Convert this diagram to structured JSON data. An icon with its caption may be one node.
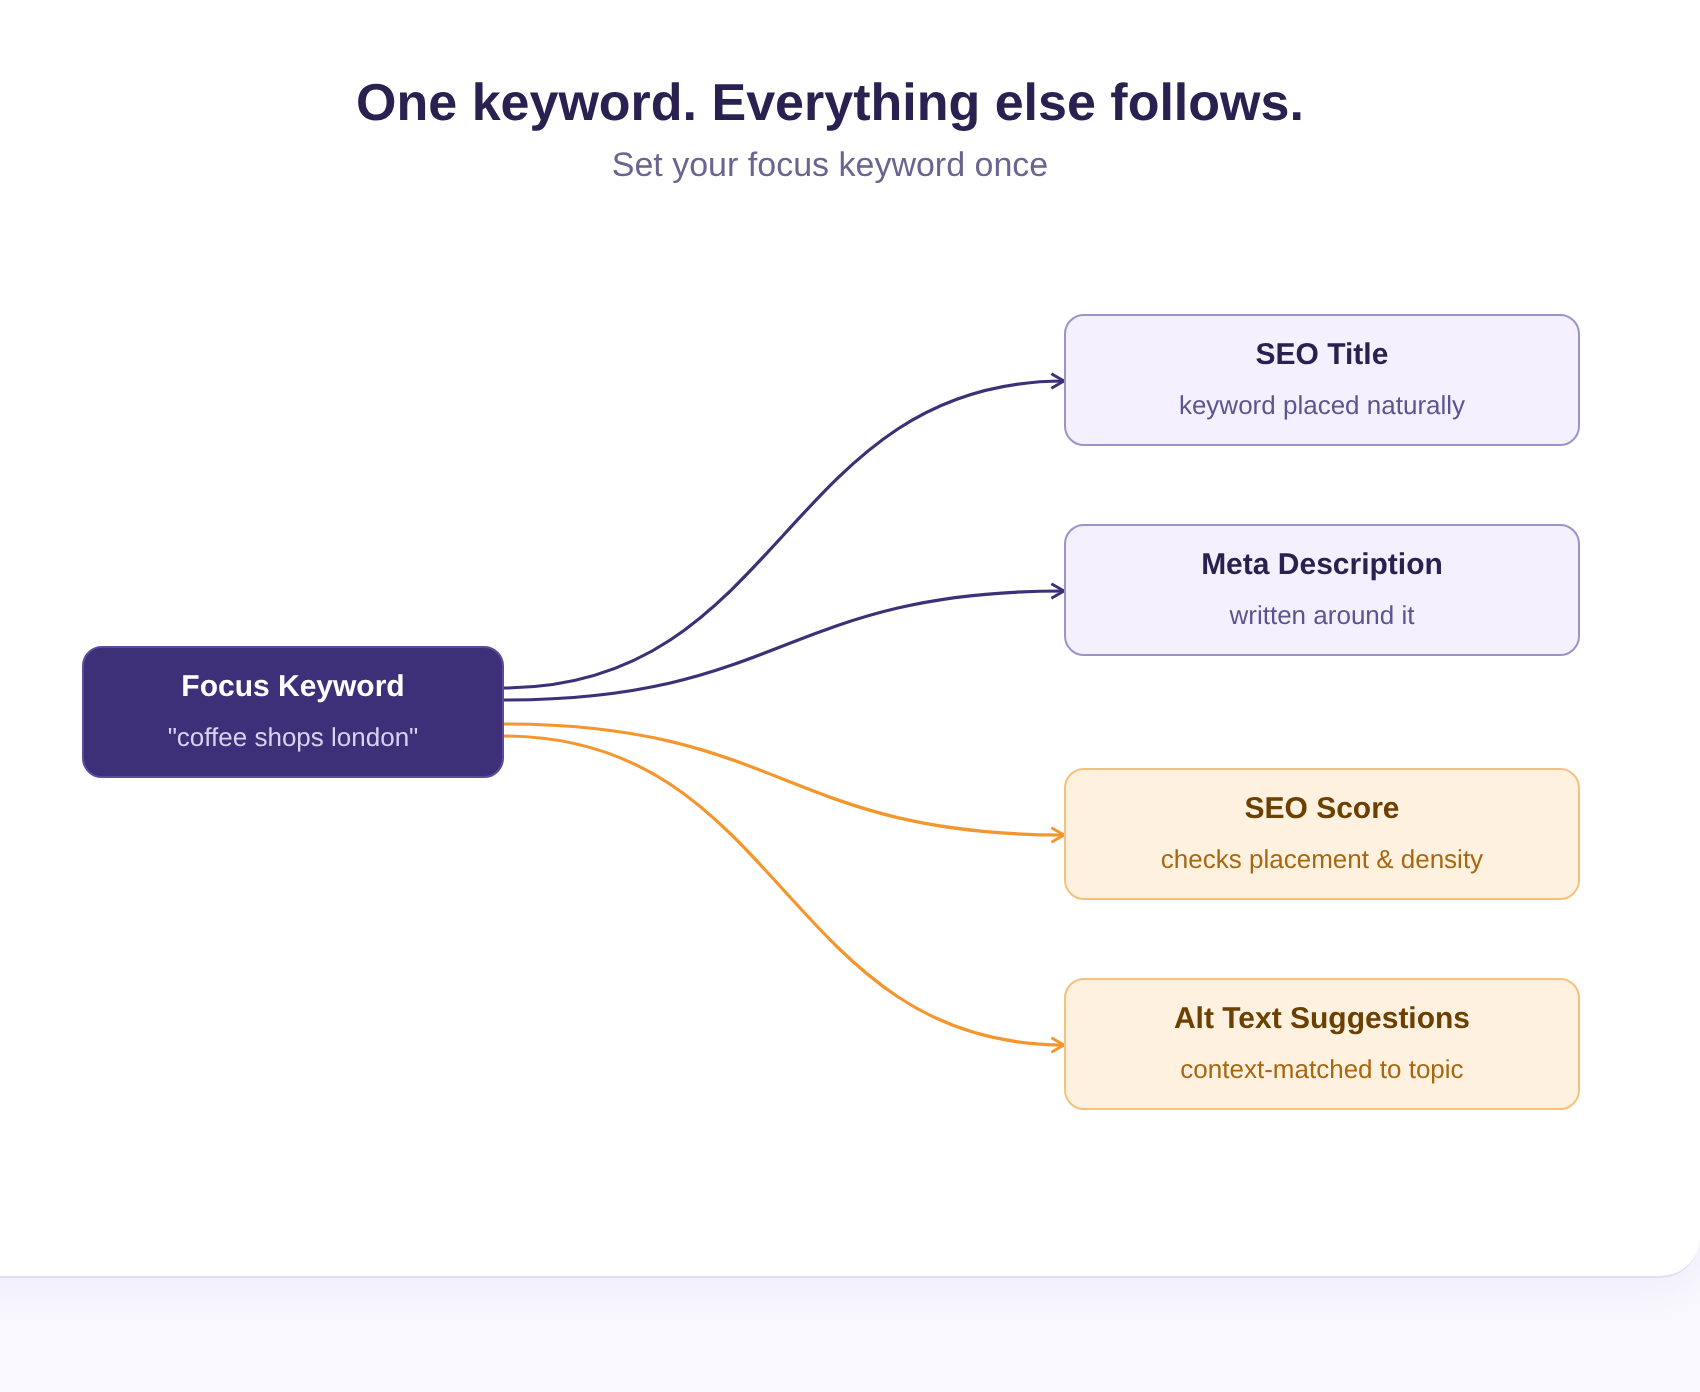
{
  "diagram": {
    "title": "One keyword. Everything else follows.",
    "nodes": [
      {
        "text": [
          "Focus Keyword",
          "\"coffee shops london\""
        ]
      },
      {
        "text": [
          "SEO Title",
          "keyword placed naturally"
        ]
      },
      {
        "text": [
          "Meta Description",
          "written around it"
        ]
      },
      {
        "text": [
          "SEO Score",
          "checks placement & density"
        ]
      },
      {
        "text": [
          "Alt Text Suggestions",
          "context-matched to topic"
        ]
      }
    ],
    "edges": [
      {
        "from": 0,
        "to": 1,
        "arrow": "to",
        "color": "#3d3078"
      },
      {
        "from": 0,
        "to": 2,
        "arrow": "to",
        "color": "#3d3078"
      },
      {
        "from": 0,
        "to": 3,
        "arrow": "to",
        "color": "#f4962c"
      },
      {
        "from": 0,
        "to": 4,
        "arrow": "to",
        "color": "#f4962c"
      }
    ],
    "labels": [
      "Set your focus keyword once"
    ]
  }
}
